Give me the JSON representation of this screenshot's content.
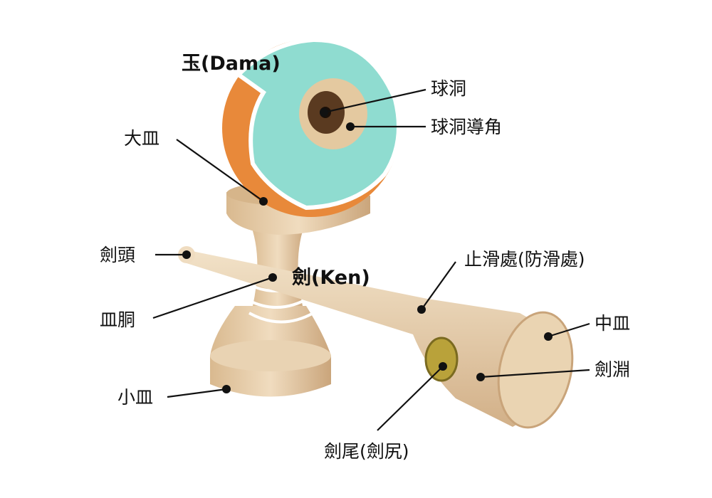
{
  "labels": {
    "dama": "玉(Dama)",
    "ana": "球洞",
    "ana_chamfer": "球洞導角",
    "ozara": "大皿",
    "kensaki": "劍頭",
    "ken": "劍(Ken)",
    "grip": "止滑處(防滑處)",
    "sarado": "皿胴",
    "chuzara": "中皿",
    "kenmizo": "劍淵",
    "kozara": "小皿",
    "kenjiri": "劍尾(劍尻)"
  },
  "colors": {
    "wood": "#e6cba6",
    "wood_dark": "#c9a47a",
    "ball_orange": "#e8893a",
    "ball_cyan": "#8fdcd0",
    "line": "#111111"
  }
}
